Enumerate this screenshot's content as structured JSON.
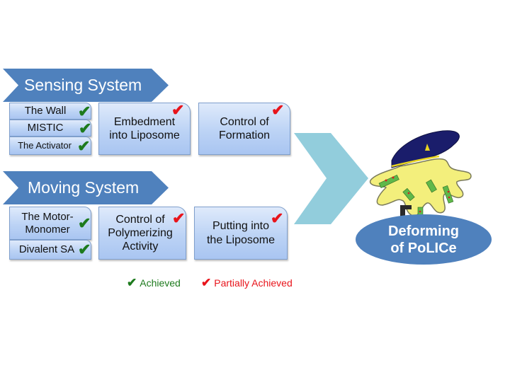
{
  "colors": {
    "banner": "#4f81bd",
    "box_border": "#7f9fcc",
    "big_chevron": "#92cddc",
    "achieved": "#1d7a1d",
    "partial": "#e8141b",
    "ellipse": "#4f81bd"
  },
  "sensing": {
    "title": "Sensing System",
    "stack": [
      {
        "label": "The Wall",
        "status": "achieved"
      },
      {
        "label": "MISTIC",
        "status": "achieved"
      },
      {
        "label": "The Activator",
        "status": "achieved"
      }
    ],
    "boxes": [
      {
        "label_line1": "Embedment",
        "label_line2": "into Liposome",
        "status": "partial"
      },
      {
        "label_line1": "Control of",
        "label_line2": "Formation",
        "status": "partial"
      }
    ]
  },
  "moving": {
    "title": "Moving System",
    "stack": [
      {
        "label_line1": "The Motor-",
        "label_line2": "Monomer",
        "status": "achieved"
      },
      {
        "label": "Divalent SA",
        "status": "achieved"
      }
    ],
    "boxes": [
      {
        "label_line1": "Control of",
        "label_line2": "Polymerizing",
        "label_line3": "Activity",
        "status": "partial"
      },
      {
        "label_line1": "Putting into",
        "label_line2": "the Liposome",
        "status": "partial"
      }
    ]
  },
  "check_glyph": "✔",
  "legend": {
    "achieved": "Achieved",
    "partial": "Partially Achieved"
  },
  "result": {
    "image": "police-cap-amoeba-illustration",
    "line1": "Deforming",
    "line2": "of PoLICe"
  }
}
